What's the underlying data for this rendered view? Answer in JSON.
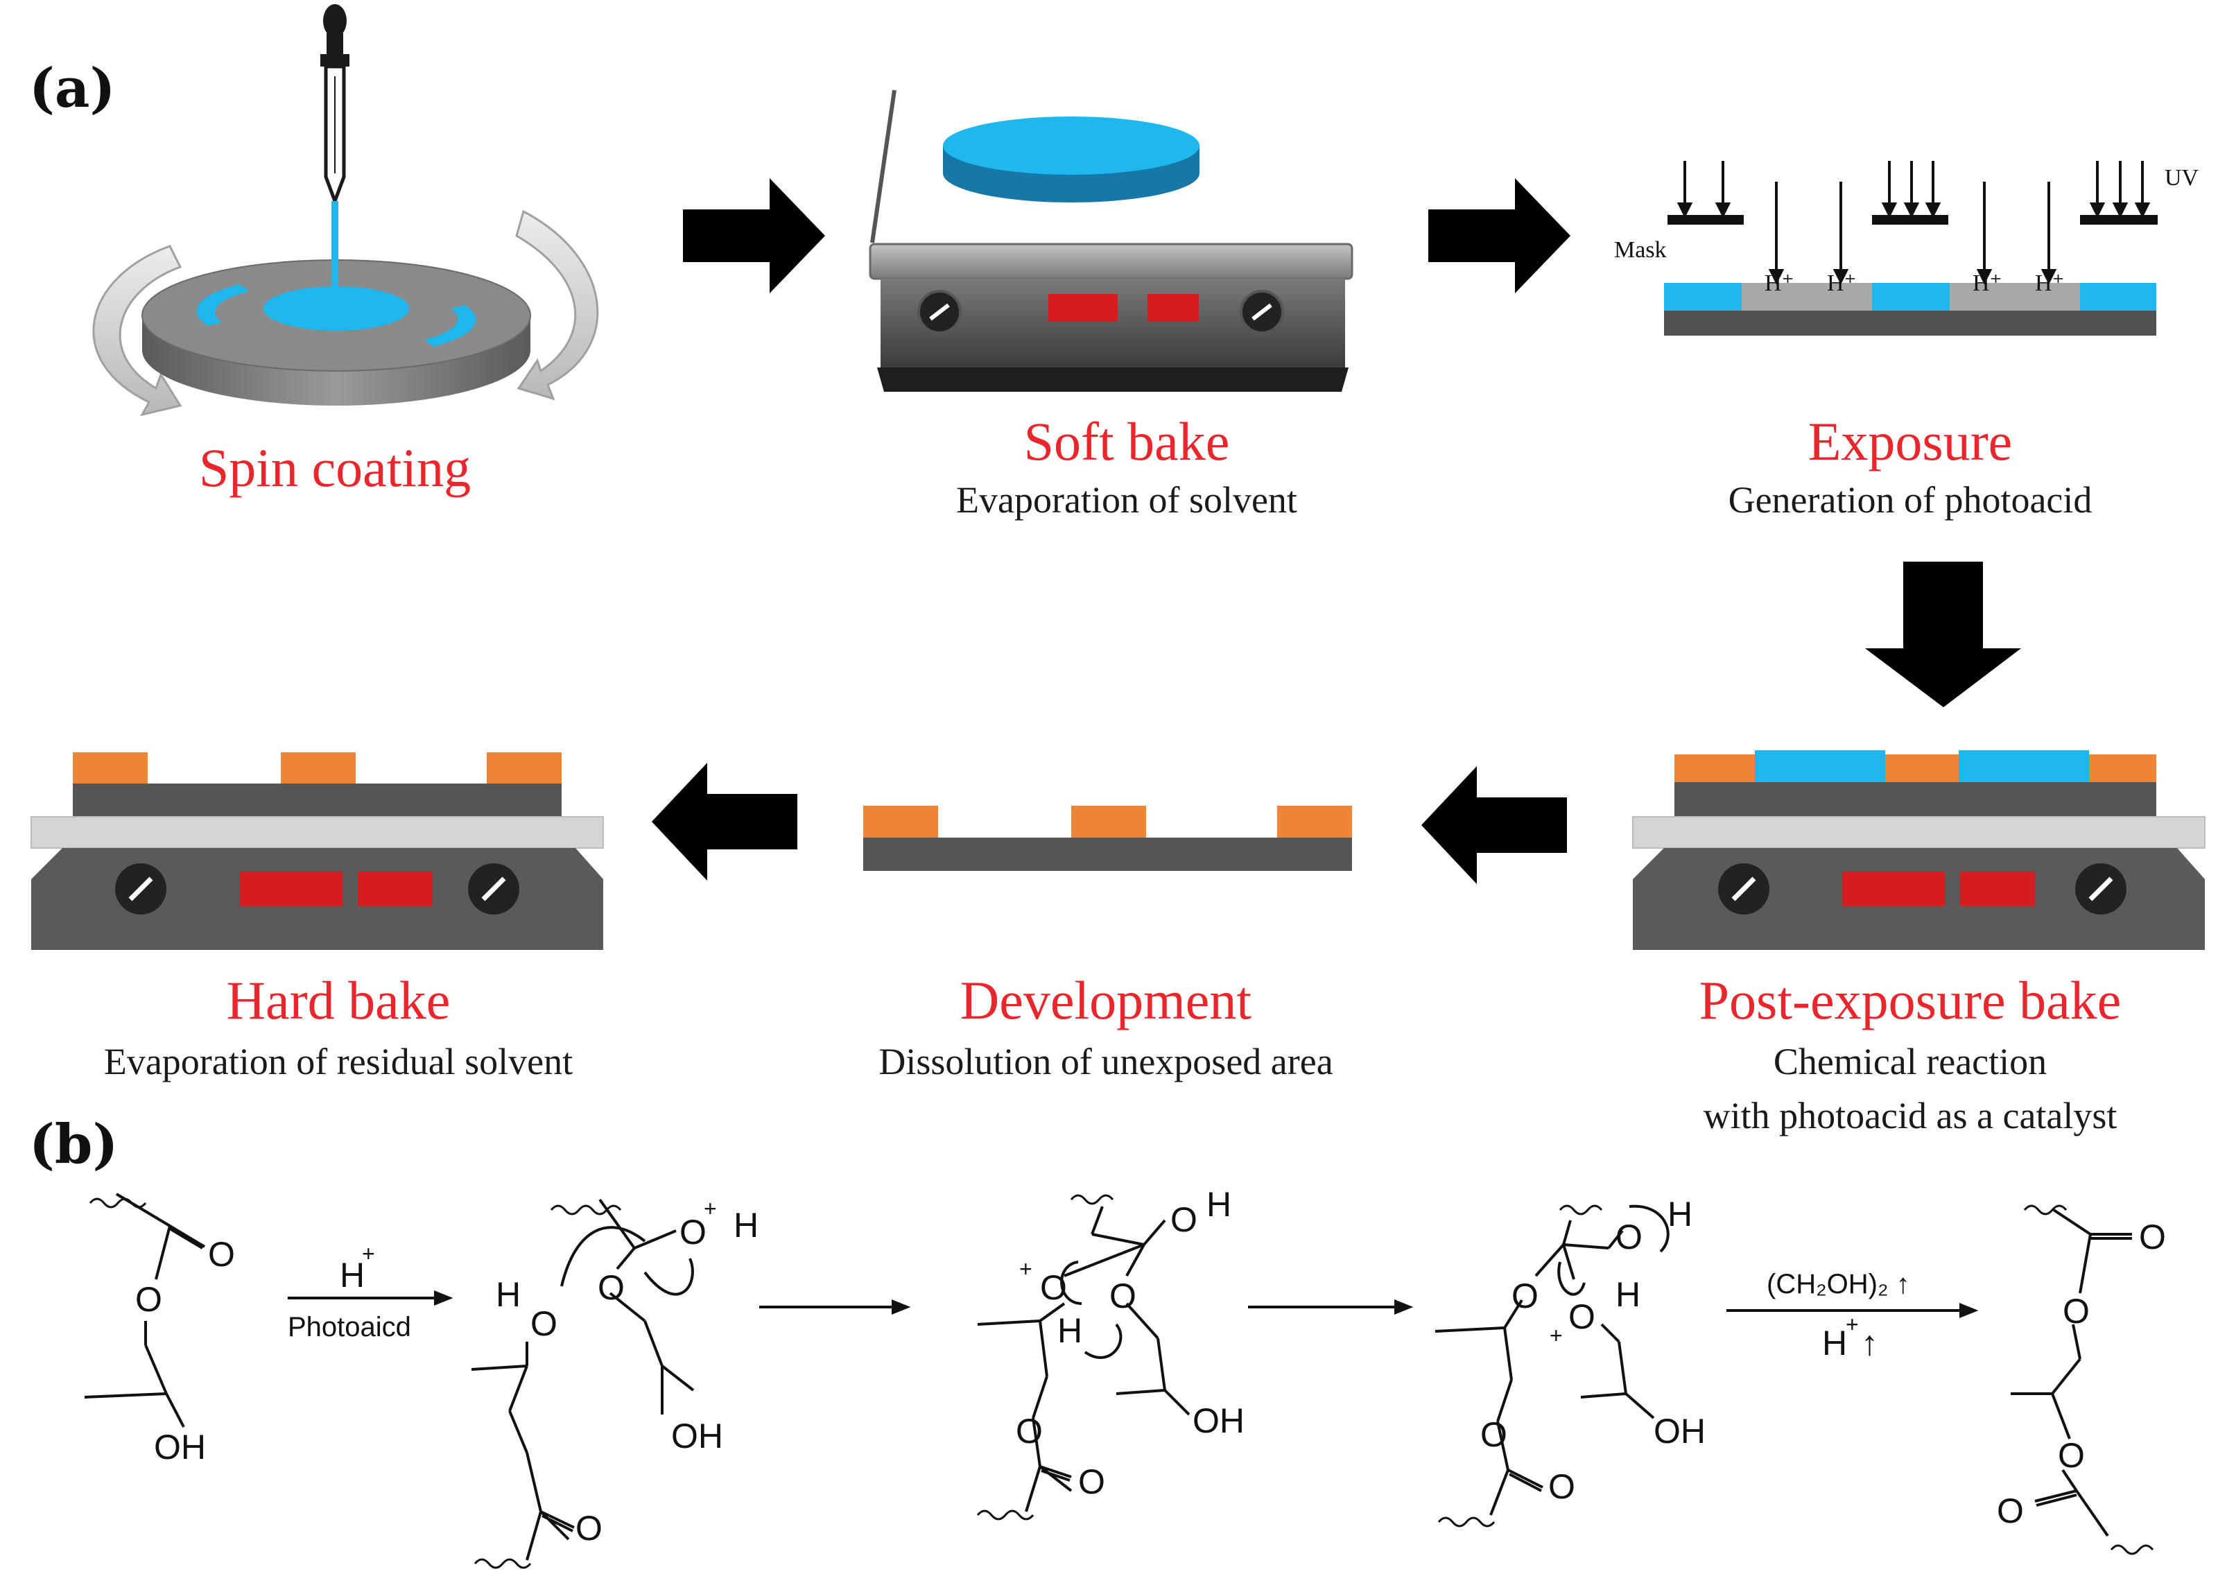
{
  "panels": {
    "a": "(a)",
    "b": "(b)"
  },
  "steps": {
    "spin": {
      "title": "Spin coating"
    },
    "soft": {
      "title": "Soft bake",
      "desc": "Evaporation of solvent"
    },
    "exposure": {
      "title": "Exposure",
      "desc": "Generation of photoacid"
    },
    "peb": {
      "title": "Post-exposure bake",
      "desc1": "Chemical reaction",
      "desc2": "with photoacid as a catalyst"
    },
    "dev": {
      "title": "Development",
      "desc": "Dissolution of unexposed area"
    },
    "hard": {
      "title": "Hard bake",
      "desc": "Evaporation of residual solvent"
    }
  },
  "exposure_labels": {
    "uv": "UV",
    "mask": "Mask",
    "proton": "H⁺"
  },
  "reaction": {
    "arrow1_top": "H",
    "arrow1_top_sup": "+",
    "arrow1_bottom": "Photoaicd",
    "arrow4_top": "(CH₂OH)₂ ↑",
    "arrow4_bottom": "H",
    "arrow4_bottom_sup": "+",
    "arrow4_bottom_mark": "↑",
    "O": "O",
    "OH": "OH",
    "H": "H",
    "plus": "+"
  },
  "colors": {
    "title_red": "#e8262b",
    "resist_blue": "#1fb8ec",
    "pattern_orange": "#ec8535",
    "substrate": "#555555",
    "display_red": "#d61c1f",
    "plate_light": "#d5d5d5"
  }
}
